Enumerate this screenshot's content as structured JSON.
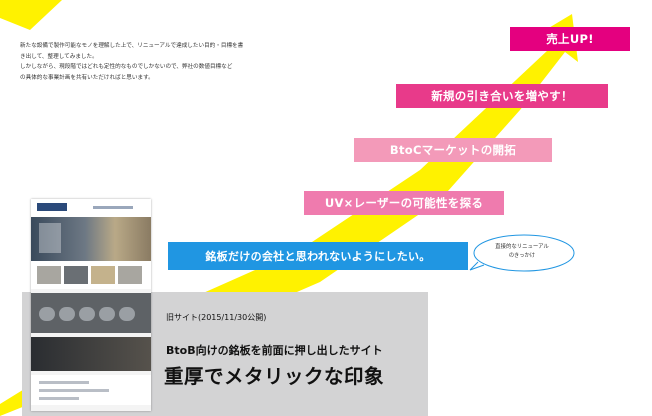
{
  "intro": {
    "line1": "新たな設備で製作可能なモノを理解した上で、リニューアルで達成したい目的・目標を書",
    "line2": "き出して、整理してみました。",
    "line3": "しかしながら、現段階ではどれも定性的なものでしかないので、弊社の数値目標など",
    "line4": "の具体的な事業計画を共有いただければと思います。"
  },
  "steps": [
    "売上UP!",
    "新規の引き合いを増やす！",
    "BtoCマーケットの開拓",
    "UV×レーザーの可能性を探る",
    "銘板だけの会社と思われないようにしたい。"
  ],
  "bubble": {
    "line1": "直接的なリニューアル",
    "line2": "のきっかけ"
  },
  "old_site": {
    "label": "旧サイト(2015/11/30公開)",
    "subtitle": "BtoB向けの銘板を前面に押し出したサイト",
    "headline": "重厚でメタリックな印象"
  },
  "colors": {
    "arrow": "#fff200",
    "step1": "#e4007f",
    "step2": "#e83a8a",
    "step3": "#f39ab9",
    "step4": "#ef7bae",
    "step5": "#2096e2",
    "panel": "#d3d3d4"
  }
}
